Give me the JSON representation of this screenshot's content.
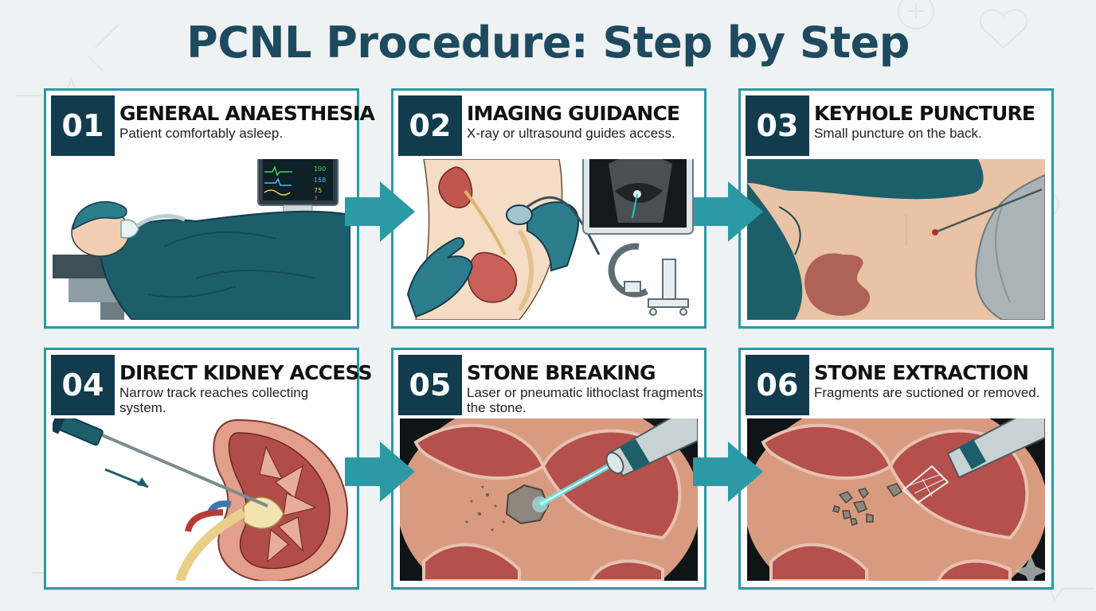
{
  "title": "PCNL Procedure: Step by Step",
  "colors": {
    "teal": "#2b9aa5",
    "navy": "#123b4d",
    "title": "#1d4a5e"
  },
  "steps": [
    {
      "number": "01",
      "title": "GENERAL ANAESTHESIA",
      "description": "Patient comfortably asleep.",
      "monitor": [
        "190",
        "158",
        "75",
        "3"
      ]
    },
    {
      "number": "02",
      "title": "IMAGING GUIDANCE",
      "description": "X-ray or ultrasound guides access."
    },
    {
      "number": "03",
      "title": "KEYHOLE PUNCTURE",
      "description": "Small puncture on the back."
    },
    {
      "number": "04",
      "title": "DIRECT KIDNEY ACCESS",
      "description": "Narrow track reaches collecting system."
    },
    {
      "number": "05",
      "title": "STONE BREAKING",
      "description": "Laser or pneumatic lithoclast fragments the stone."
    },
    {
      "number": "06",
      "title": "STONE EXTRACTION",
      "description": "Fragments are suctioned or removed."
    }
  ]
}
